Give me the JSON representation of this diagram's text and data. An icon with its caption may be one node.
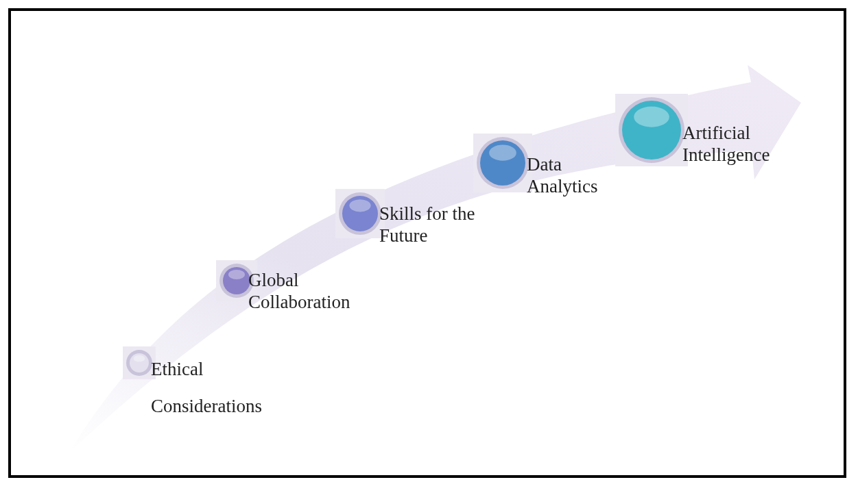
{
  "diagram": {
    "nodes": [
      {
        "text": [
          "Ethical Considerations"
        ]
      },
      {
        "text": [
          "Global Collaboration"
        ]
      },
      {
        "text": [
          "Skills for the Future"
        ]
      },
      {
        "text": [
          "Data Analytics"
        ]
      },
      {
        "text": [
          "Artificial Intelligence"
        ]
      }
    ],
    "edges": []
  }
}
